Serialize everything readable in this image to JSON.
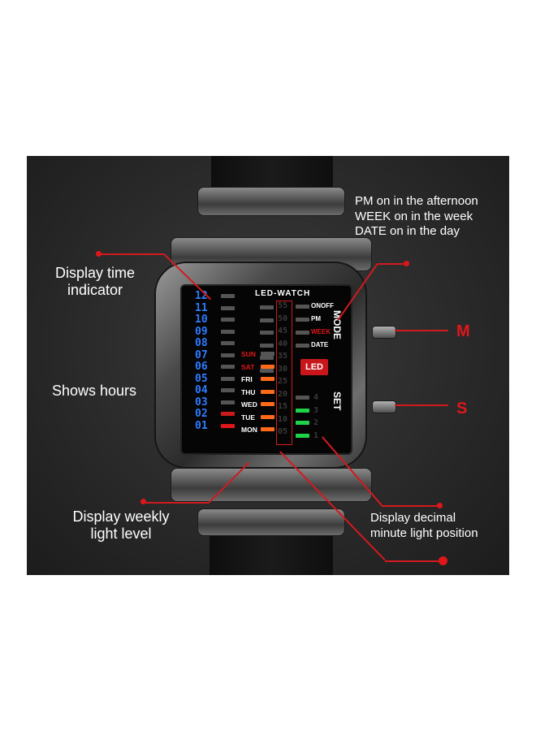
{
  "annotations": {
    "right_top_line1": "PM on in the afternoon",
    "right_top_line2": "WEEK on in the week",
    "right_top_line3": "DATE on in the day",
    "left_top_line1": "Display time",
    "left_top_line2": "indicator",
    "left_mid": "Shows hours",
    "left_bottom_line1": "Display weekly",
    "left_bottom_line2": "light level",
    "right_bottom_line1": "Display decimal",
    "right_bottom_line2": "minute light position",
    "button_m": "M",
    "button_s": "S"
  },
  "watch": {
    "brand": "LED-WATCH",
    "led_badge": "LED",
    "mode_label": "MODE",
    "set_label": "SET",
    "mode_items": [
      "ONOFF",
      "PM",
      "WEEK",
      "DATE"
    ],
    "hour_digits": [
      "12",
      "11",
      "10",
      "09",
      "08",
      "07",
      "06",
      "05",
      "04",
      "03",
      "02",
      "01"
    ],
    "weekdays": [
      "SUN",
      "SAT",
      "FRI",
      "THU",
      "WED",
      "TUE",
      "MON"
    ],
    "minute_digits": [
      "55",
      "50",
      "45",
      "40",
      "35",
      "30",
      "25",
      "20",
      "15",
      "10",
      "05"
    ],
    "set_digits": [
      "4",
      "3",
      "2",
      "1"
    ]
  },
  "colors": {
    "accent_red": "#e0161b",
    "led_blue": "#2f7bff",
    "led_orange": "#ff6a1a",
    "led_green": "#1fd24a"
  }
}
